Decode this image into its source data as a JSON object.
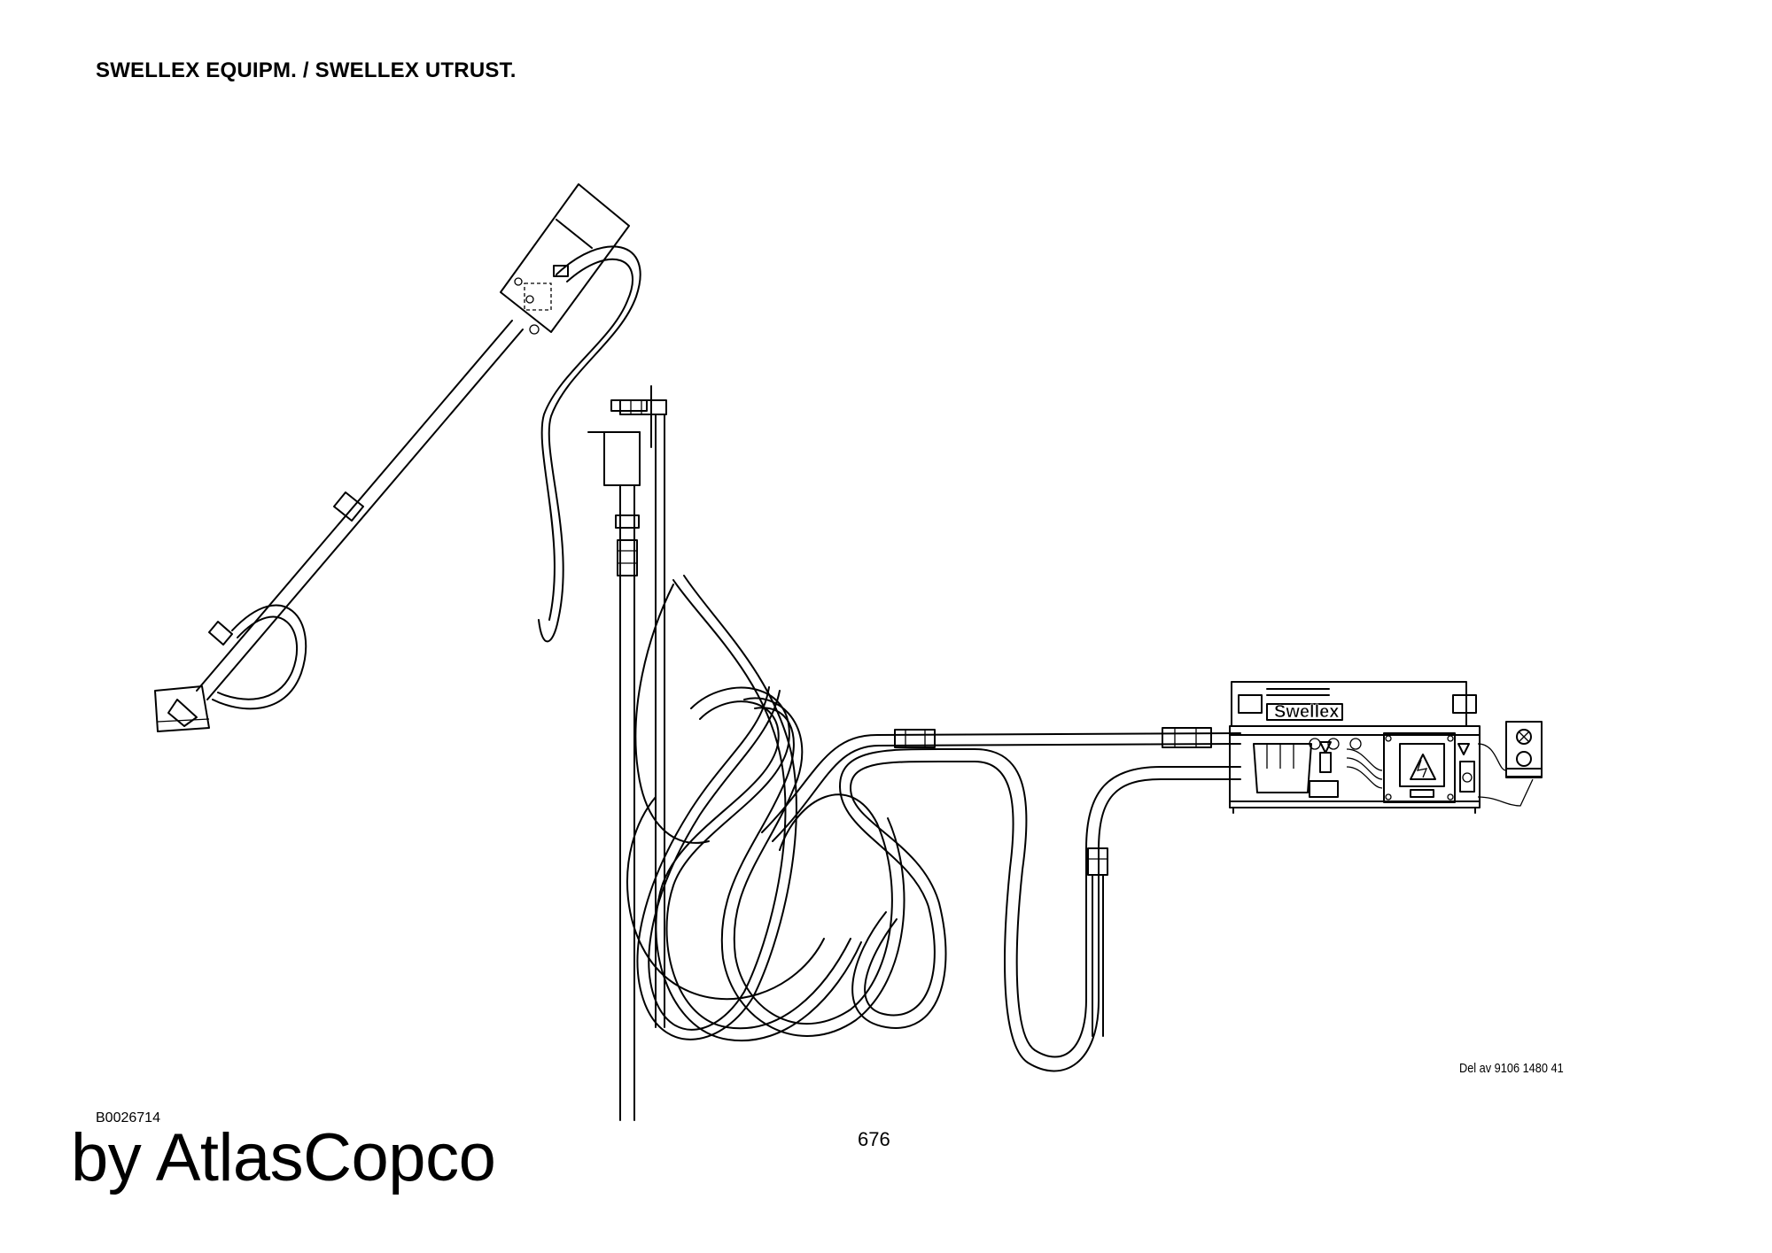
{
  "header": {
    "title": "SWELLEX EQUIPM. / SWELLEX UTRUST."
  },
  "drawing": {
    "unit_brand": "Swellex",
    "reference": "Del av 9106 1480 41"
  },
  "footer": {
    "image_code": "B0026714",
    "page_number": "676",
    "publisher": "by AtlasCopco"
  }
}
